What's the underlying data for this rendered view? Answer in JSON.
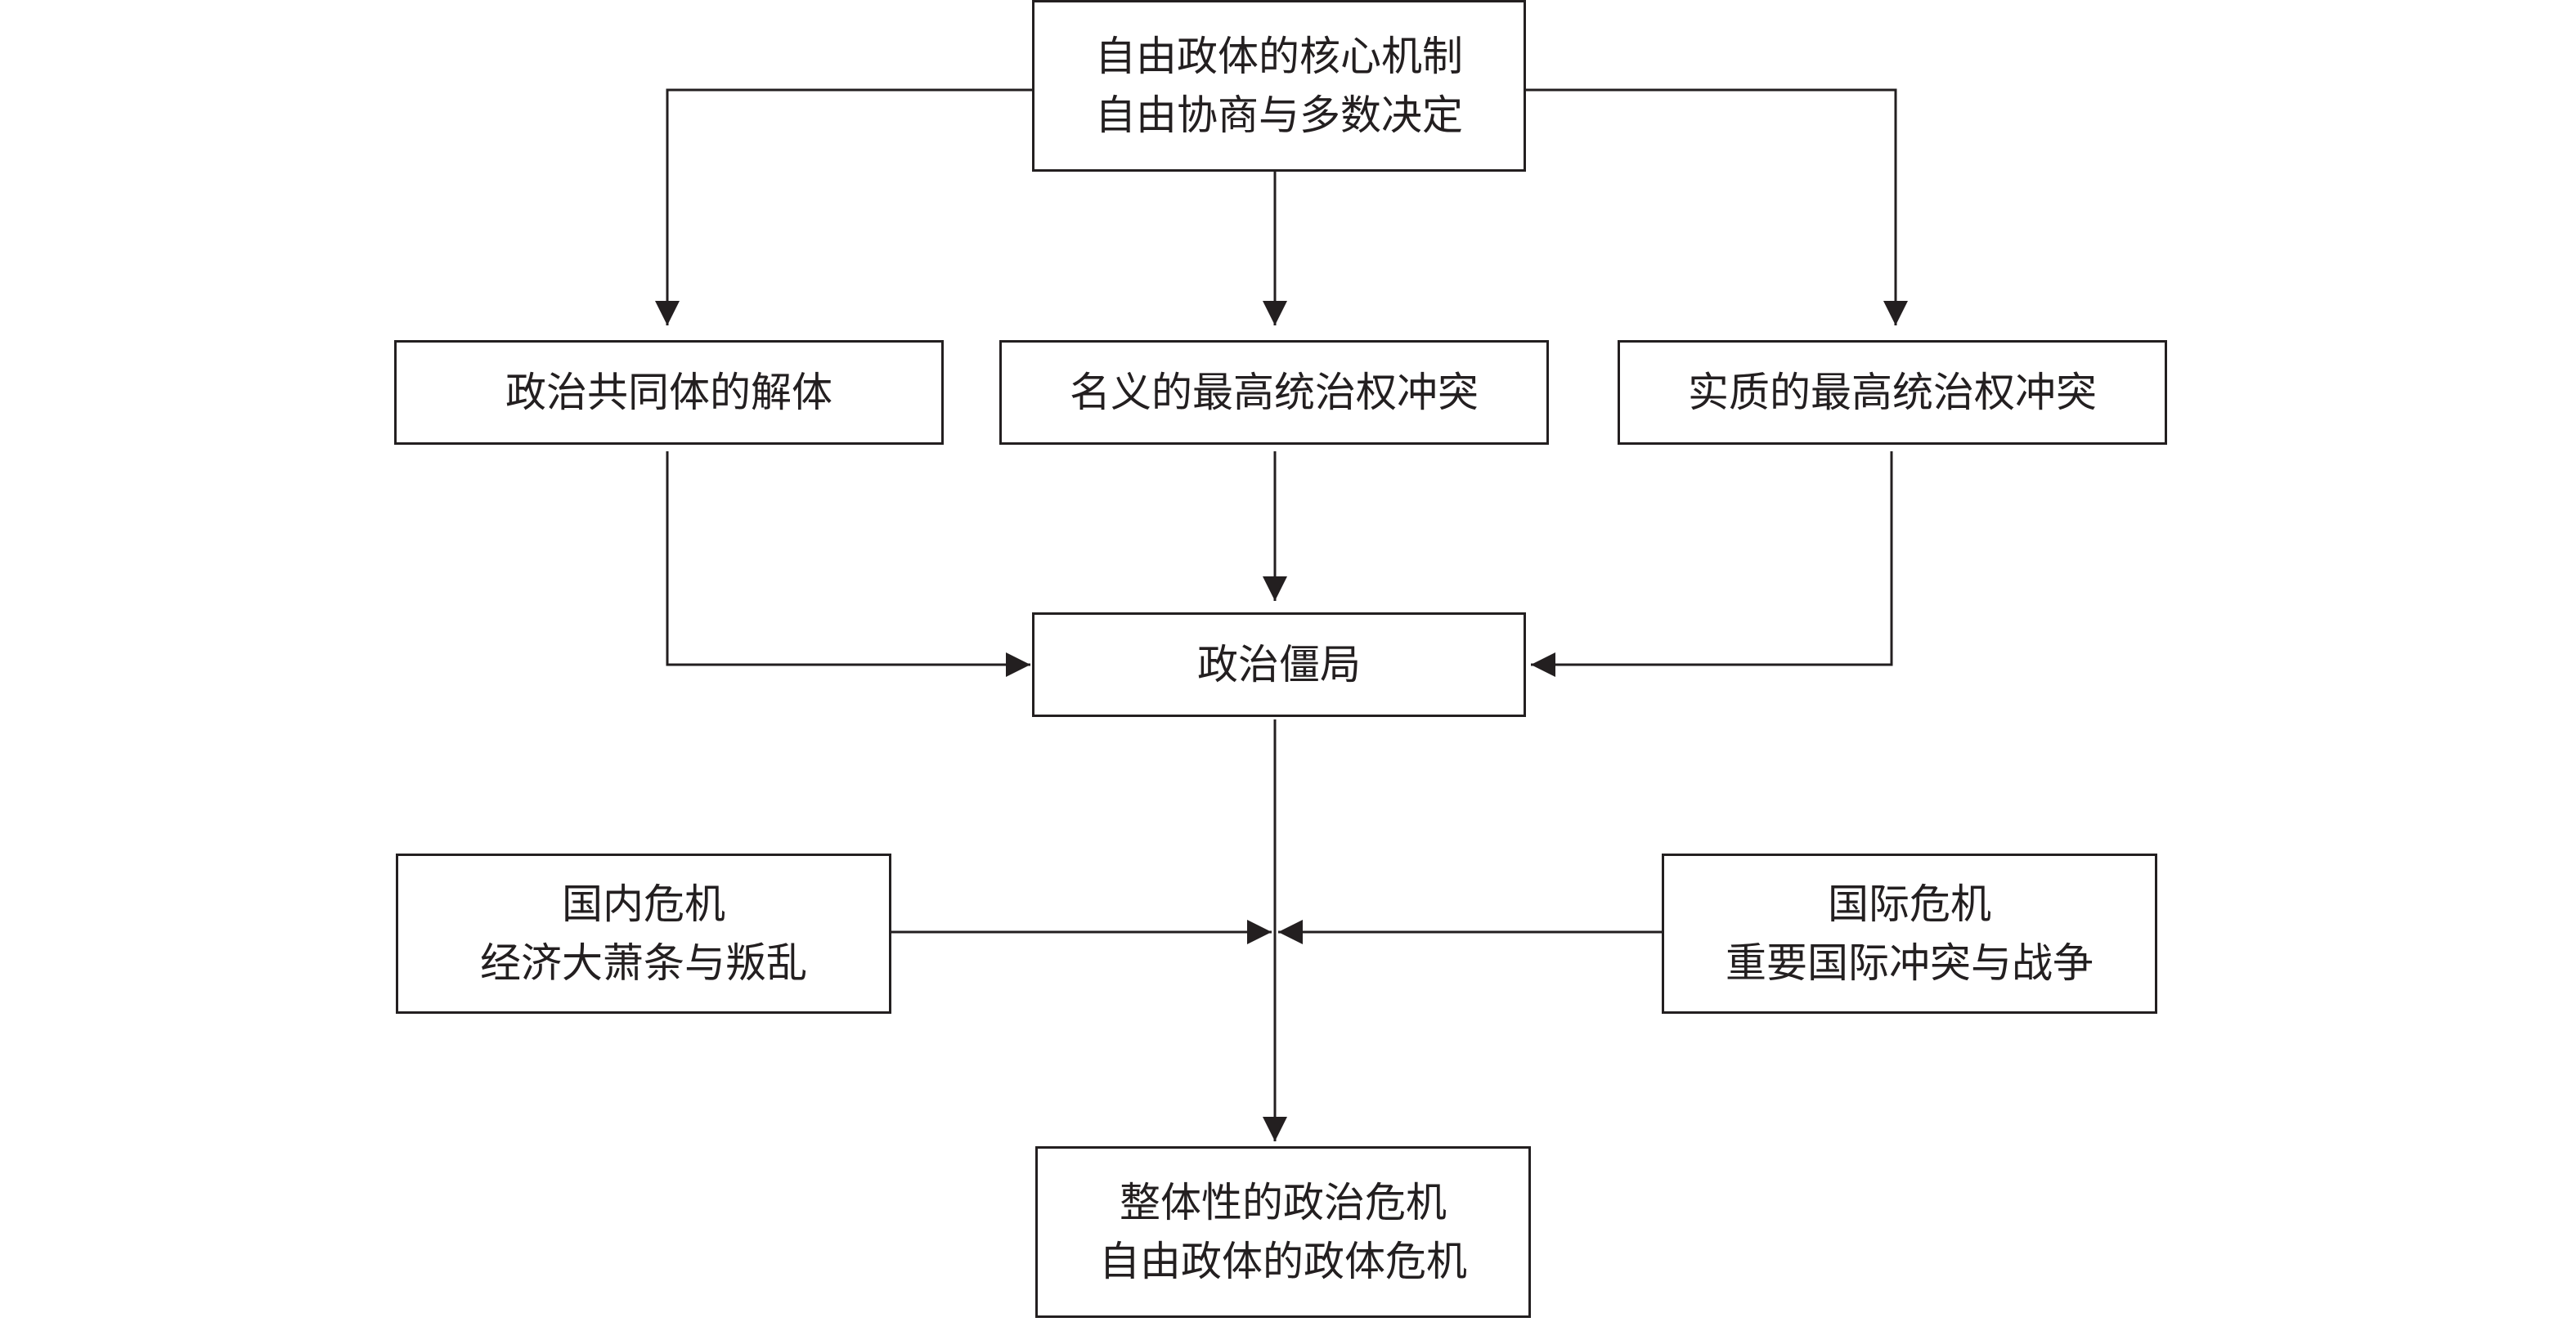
{
  "diagram": {
    "nodes": {
      "core": {
        "lines": [
          "自由政体的核心机制",
          "自由协商与多数决定"
        ]
      },
      "dissolution": {
        "lines": [
          "政治共同体的解体"
        ]
      },
      "nominal": {
        "lines": [
          "名义的最高统治权冲突"
        ]
      },
      "substantive": {
        "lines": [
          "实质的最高统治权冲突"
        ]
      },
      "deadlock": {
        "lines": [
          "政治僵局"
        ]
      },
      "domestic": {
        "lines": [
          "国内危机",
          "经济大萧条与叛乱"
        ]
      },
      "international": {
        "lines": [
          "国际危机",
          "重要国际冲突与战争"
        ]
      },
      "overall": {
        "lines": [
          "整体性的政治危机",
          "自由政体的政体危机"
        ]
      }
    },
    "edges": [
      {
        "from": "core",
        "to": "dissolution"
      },
      {
        "from": "core",
        "to": "nominal"
      },
      {
        "from": "core",
        "to": "substantive"
      },
      {
        "from": "dissolution",
        "to": "deadlock"
      },
      {
        "from": "nominal",
        "to": "deadlock"
      },
      {
        "from": "substantive",
        "to": "deadlock"
      },
      {
        "from": "deadlock",
        "to": "overall"
      },
      {
        "from": "domestic",
        "to": "overall"
      },
      {
        "from": "international",
        "to": "overall"
      }
    ],
    "colors": {
      "line": "#231f20",
      "text": "#231f20",
      "background": "#ffffff"
    }
  }
}
